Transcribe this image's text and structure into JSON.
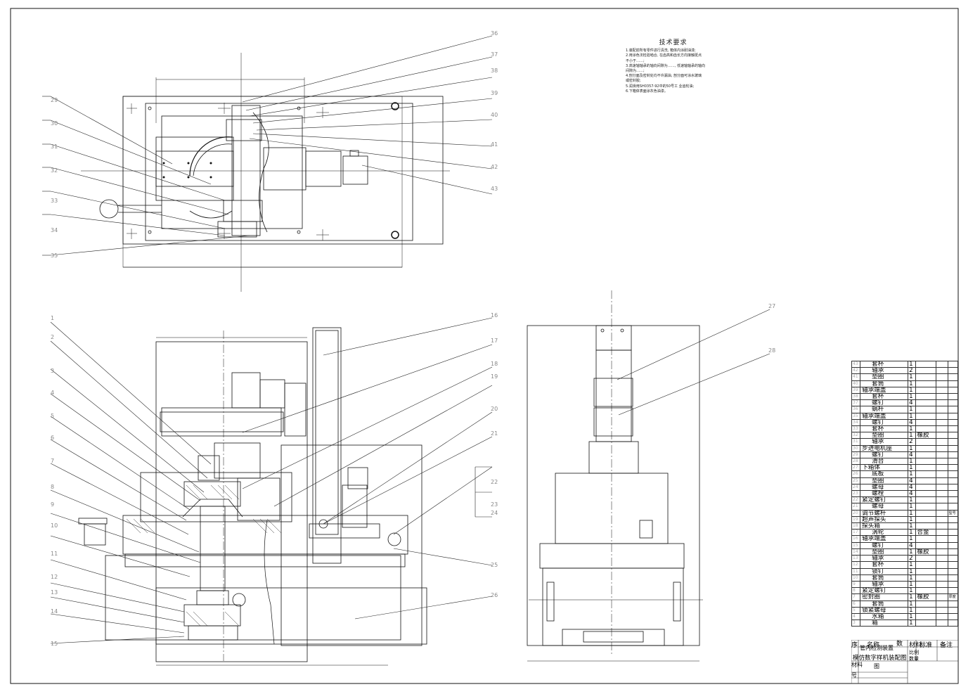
{
  "tech_requirements": {
    "title": "技术要求",
    "lines": [
      "1.装配前所有零件进行清洗, 箱体内涂耐油漆;",
      "2.用涂色法检验啮合, 在齿高和齿长方向接触斑点",
      "不小于……;",
      "3.高速轴轴承的轴向间隙为……, 低速轴轴承的轴向",
      "间隙为……;",
      "4.剖分面及密封处均不许漏油, 剖分面可涂水玻璃",
      "或密封胶;",
      "5.润滑用SH0357-92中的50号工      业齿轮油;",
      "6.下箱体表面涂灰色油漆。"
    ]
  },
  "callouts_top": [
    "29",
    "30",
    "31",
    "32",
    "33",
    "34",
    "35",
    "36",
    "37",
    "38",
    "39",
    "40",
    "41",
    "42",
    "43"
  ],
  "callouts_front": [
    "1",
    "2",
    "3",
    "4",
    "5",
    "6",
    "7",
    "8",
    "9",
    "10",
    "11",
    "12",
    "13",
    "14",
    "15",
    "16",
    "17",
    "18",
    "19",
    "20",
    "21",
    "22",
    "23",
    "24",
    "25",
    "26"
  ],
  "callouts_side": [
    "27",
    "28"
  ],
  "bom": [
    {
      "n": "43",
      "name": "套杯",
      "q": "1",
      "m": "",
      "s": "",
      "r": ""
    },
    {
      "n": "42",
      "name": "轴承",
      "q": "2",
      "m": "",
      "s": "",
      "r": ""
    },
    {
      "n": "41",
      "name": "垫圈",
      "q": "1",
      "m": "",
      "s": "",
      "r": ""
    },
    {
      "n": "40",
      "name": "套筒",
      "q": "1",
      "m": "",
      "s": "",
      "r": ""
    },
    {
      "n": "39",
      "name": "轴承端盖",
      "q": "1",
      "m": "",
      "s": "",
      "r": ""
    },
    {
      "n": "38",
      "name": "套杯",
      "q": "1",
      "m": "",
      "s": "",
      "r": ""
    },
    {
      "n": "37",
      "name": "螺钉",
      "q": "4",
      "m": "",
      "s": "",
      "r": ""
    },
    {
      "n": "36",
      "name": "蜗杆",
      "q": "1",
      "m": "",
      "s": "",
      "r": ""
    },
    {
      "n": "35",
      "name": "轴承端盖",
      "q": "1",
      "m": "",
      "s": "",
      "r": ""
    },
    {
      "n": "34",
      "name": "螺钉",
      "q": "4",
      "m": "",
      "s": "",
      "r": ""
    },
    {
      "n": "33",
      "name": "套杯",
      "q": "1",
      "m": "",
      "s": "",
      "r": ""
    },
    {
      "n": "32",
      "name": "垫圈",
      "q": "1",
      "m": "橡胶",
      "s": "",
      "r": ""
    },
    {
      "n": "31",
      "name": "轴承",
      "q": "2",
      "m": "",
      "s": "",
      "r": ""
    },
    {
      "n": "30",
      "name": "步进电机座",
      "q": "1",
      "m": "",
      "s": "",
      "r": ""
    },
    {
      "n": "29",
      "name": "螺钉",
      "q": "4",
      "m": "",
      "s": "",
      "r": ""
    },
    {
      "n": "28",
      "name": "滑台",
      "q": "1",
      "m": "",
      "s": "",
      "r": ""
    },
    {
      "n": "27",
      "name": "下箱体",
      "q": "1",
      "m": "",
      "s": "",
      "r": ""
    },
    {
      "n": "26",
      "name": "底板",
      "q": "1",
      "m": "",
      "s": "",
      "r": ""
    },
    {
      "n": "25",
      "name": "垫圈",
      "q": "4",
      "m": "",
      "s": "",
      "r": ""
    },
    {
      "n": "24",
      "name": "螺母",
      "q": "4",
      "m": "",
      "s": "",
      "r": ""
    },
    {
      "n": "23",
      "name": "螺栓",
      "q": "4",
      "m": "",
      "s": "",
      "r": ""
    },
    {
      "n": "22",
      "name": "紧定螺钉",
      "q": "1",
      "m": "",
      "s": "",
      "r": ""
    },
    {
      "n": "21",
      "name": "螺母",
      "q": "1",
      "m": "",
      "s": "",
      "r": ""
    },
    {
      "n": "20",
      "name": "调节螺杆",
      "q": "1",
      "m": "",
      "s": "",
      "r": "型号"
    },
    {
      "n": "19",
      "name": "超声探头",
      "q": "1",
      "m": "",
      "s": "",
      "r": ""
    },
    {
      "n": "18",
      "name": "探头箱",
      "q": "1",
      "m": "",
      "s": "",
      "r": ""
    },
    {
      "n": "17",
      "name": "涡轮",
      "q": "1",
      "m": "合金",
      "s": "",
      "r": ""
    },
    {
      "n": "16",
      "name": "轴承端盖",
      "q": "1",
      "m": "",
      "s": "",
      "r": ""
    },
    {
      "n": "15",
      "name": "螺钉",
      "q": "4",
      "m": "",
      "s": "",
      "r": ""
    },
    {
      "n": "14",
      "name": "垫圈",
      "q": "1",
      "m": "橡胶",
      "s": "",
      "r": ""
    },
    {
      "n": "13",
      "name": "轴承",
      "q": "2",
      "m": "",
      "s": "",
      "r": ""
    },
    {
      "n": "12",
      "name": "套杯",
      "q": "1",
      "m": "",
      "s": "",
      "r": ""
    },
    {
      "n": "11",
      "name": "锁钉",
      "q": "1",
      "m": "",
      "s": "",
      "r": ""
    },
    {
      "n": "10",
      "name": "套筒",
      "q": "1",
      "m": "",
      "s": "",
      "r": ""
    },
    {
      "n": "9",
      "name": "轴承",
      "q": "1",
      "m": "",
      "s": "",
      "r": ""
    },
    {
      "n": "8",
      "name": "紧定螺钉",
      "q": "1",
      "m": "",
      "s": "",
      "r": ""
    },
    {
      "n": "7",
      "name": "密封圈",
      "q": "1",
      "m": "橡胶",
      "s": "",
      "r": "厚度"
    },
    {
      "n": "6",
      "name": "套筒",
      "q": "1",
      "m": "",
      "s": "",
      "r": ""
    },
    {
      "n": "5",
      "name": "锁紧螺母",
      "q": "1",
      "m": "",
      "s": "",
      "r": ""
    },
    {
      "n": "4",
      "name": "水箱",
      "q": "1",
      "m": "",
      "s": "",
      "r": ""
    },
    {
      "n": "3",
      "name": "箱",
      "q": "1",
      "m": "",
      "s": "",
      "r": ""
    }
  ],
  "title_block": {
    "header_seq": "序",
    "header_name": "名称",
    "header_qty": "数",
    "header_material": "材料",
    "header_standard": "标准",
    "header_remark": "备注",
    "overlap_text": "管内检测装置",
    "drawing_title": "模仿数字样机装配图",
    "scale_label": "比例",
    "qty_label": "数量",
    "label_material": "材料",
    "label_drawing": "图",
    "label_number": "号"
  }
}
